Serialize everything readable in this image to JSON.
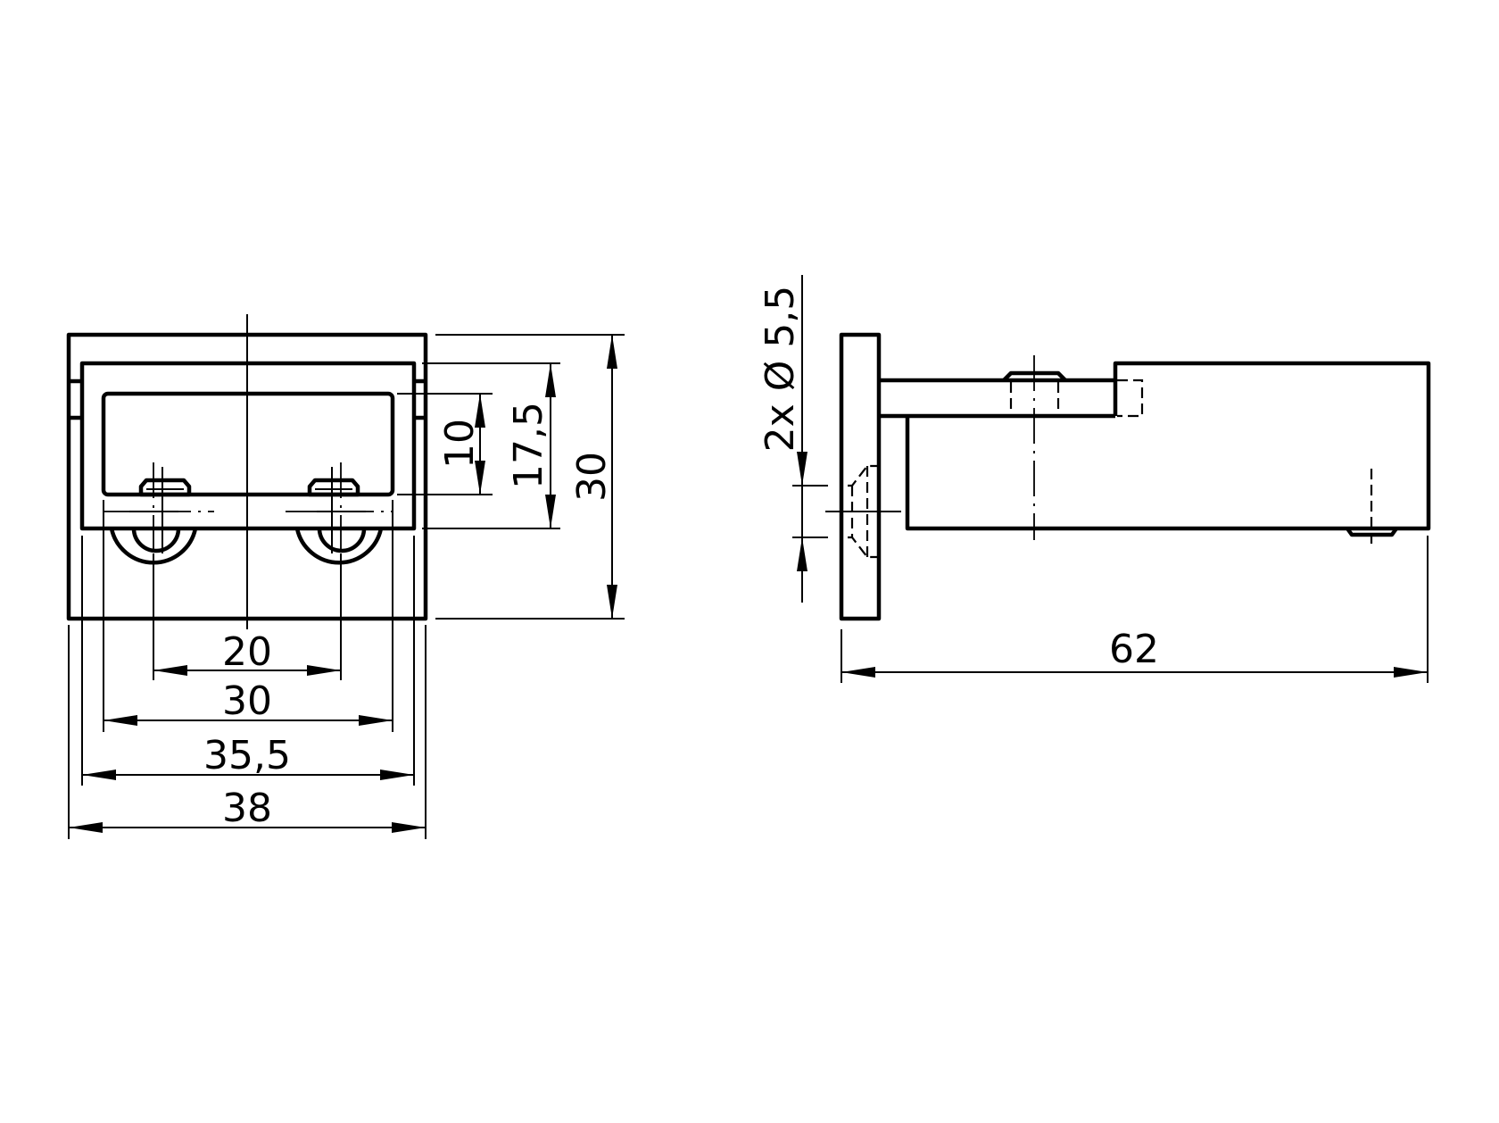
{
  "drawing": {
    "background": "#ffffff",
    "line_color": "#000000",
    "views": [
      {
        "id": "front-view",
        "label": ""
      },
      {
        "id": "side-view",
        "label": ""
      }
    ]
  },
  "front_view": {
    "dimensions": {
      "hole_spacing": "20",
      "inner_width": "30",
      "mid_width": "35,5",
      "overall_width": "38",
      "inner_height": "10",
      "mid_height": "17,5",
      "overall_height": "30"
    }
  },
  "side_view": {
    "dimensions": {
      "hole_diameter": "2x Ø 5,5",
      "hole_count_prefix": "2x",
      "diameter_symbol": "Ø",
      "hole_diameter_value": "5,5",
      "overall_length": "62"
    }
  }
}
